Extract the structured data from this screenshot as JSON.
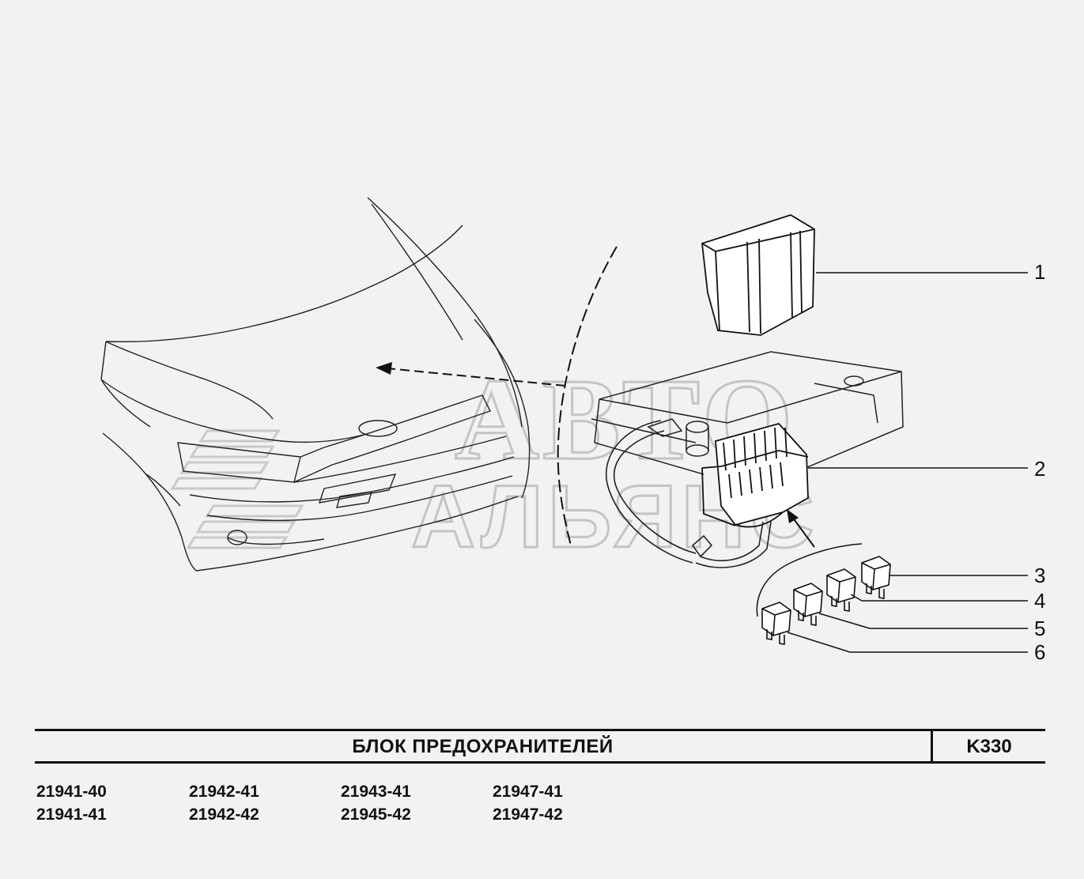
{
  "watermark": {
    "line1": "АВТО",
    "line2": "АЛЬЯНС"
  },
  "callouts": [
    "1",
    "2",
    "3",
    "4",
    "5",
    "6"
  ],
  "title_block": {
    "title": "БЛОК  ПРЕДОХРАНИТЕЛЕЙ",
    "code": "K330"
  },
  "models": [
    [
      "21941-40",
      "21941-41"
    ],
    [
      "21942-41",
      "21942-42"
    ],
    [
      "21943-41",
      "21945-42"
    ],
    [
      "21947-41",
      "21947-42"
    ]
  ]
}
